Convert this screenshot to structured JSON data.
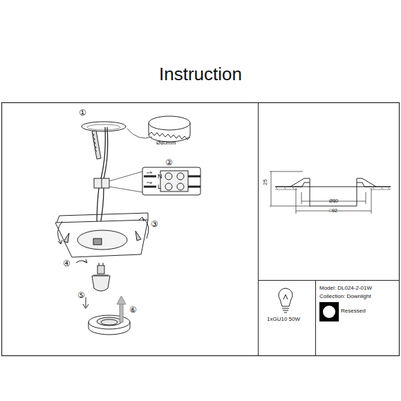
{
  "diagram": {
    "title": "Instruction",
    "nodes": [
      {
        "text": [
          "1xGU10 50W"
        ]
      },
      {
        "text": [
          "Model: DL024-2-01W",
          "Collection: Downlight",
          "Resessed"
        ]
      }
    ],
    "labels": [
      "①",
      "Ø80mm",
      "②",
      "N",
      "L",
      "③",
      "④",
      "⑤",
      "⑥",
      "25",
      "Ø80",
      "□92"
    ]
  }
}
